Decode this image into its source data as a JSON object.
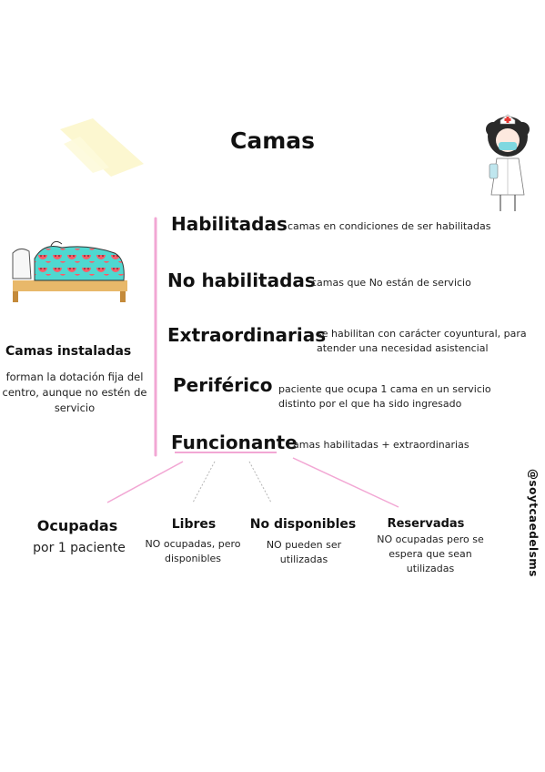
{
  "title": "Camas",
  "left": {
    "heading": "Camas instaladas",
    "description": "forman la dotación fija del centro, aunque no estén de servicio"
  },
  "categories": [
    {
      "term": "Habilitadas",
      "definition": "camas en condiciones de ser habilitadas"
    },
    {
      "term": "No habilitadas",
      "definition": "camas que No están de servicio"
    },
    {
      "term": "Extraordinarias",
      "definition": "se habilitan con carácter coyuntural, para atender una necesidad asistencial"
    },
    {
      "term": "Periférico",
      "definition": "paciente que ocupa 1 cama en un servicio distinto por el que ha sido ingresado"
    },
    {
      "term": "Funcionante",
      "definition": "camas habilitadas + extraordinarias"
    }
  ],
  "subcategories": [
    {
      "term": "Ocupadas",
      "definition": "por 1 paciente"
    },
    {
      "term": "Libres",
      "definition": "NO ocupadas, pero disponibles"
    },
    {
      "term": "No disponibles",
      "definition": "NO pueden ser utilizadas"
    },
    {
      "term": "Reservadas",
      "definition": "NO ocupadas pero se espera que sean utilizadas"
    }
  ],
  "handle": "@soytcaedelsms",
  "colors": {
    "accent": "#f2a7d4",
    "connector_gray": "#b5b5b5",
    "sticker_yellow": "#fbf6c8",
    "bed_teal": "#4fd8d0",
    "bed_wood": "#e8b86a"
  },
  "illustrations": [
    "bed-illustration",
    "nurse-illustration",
    "tape-sticker"
  ]
}
